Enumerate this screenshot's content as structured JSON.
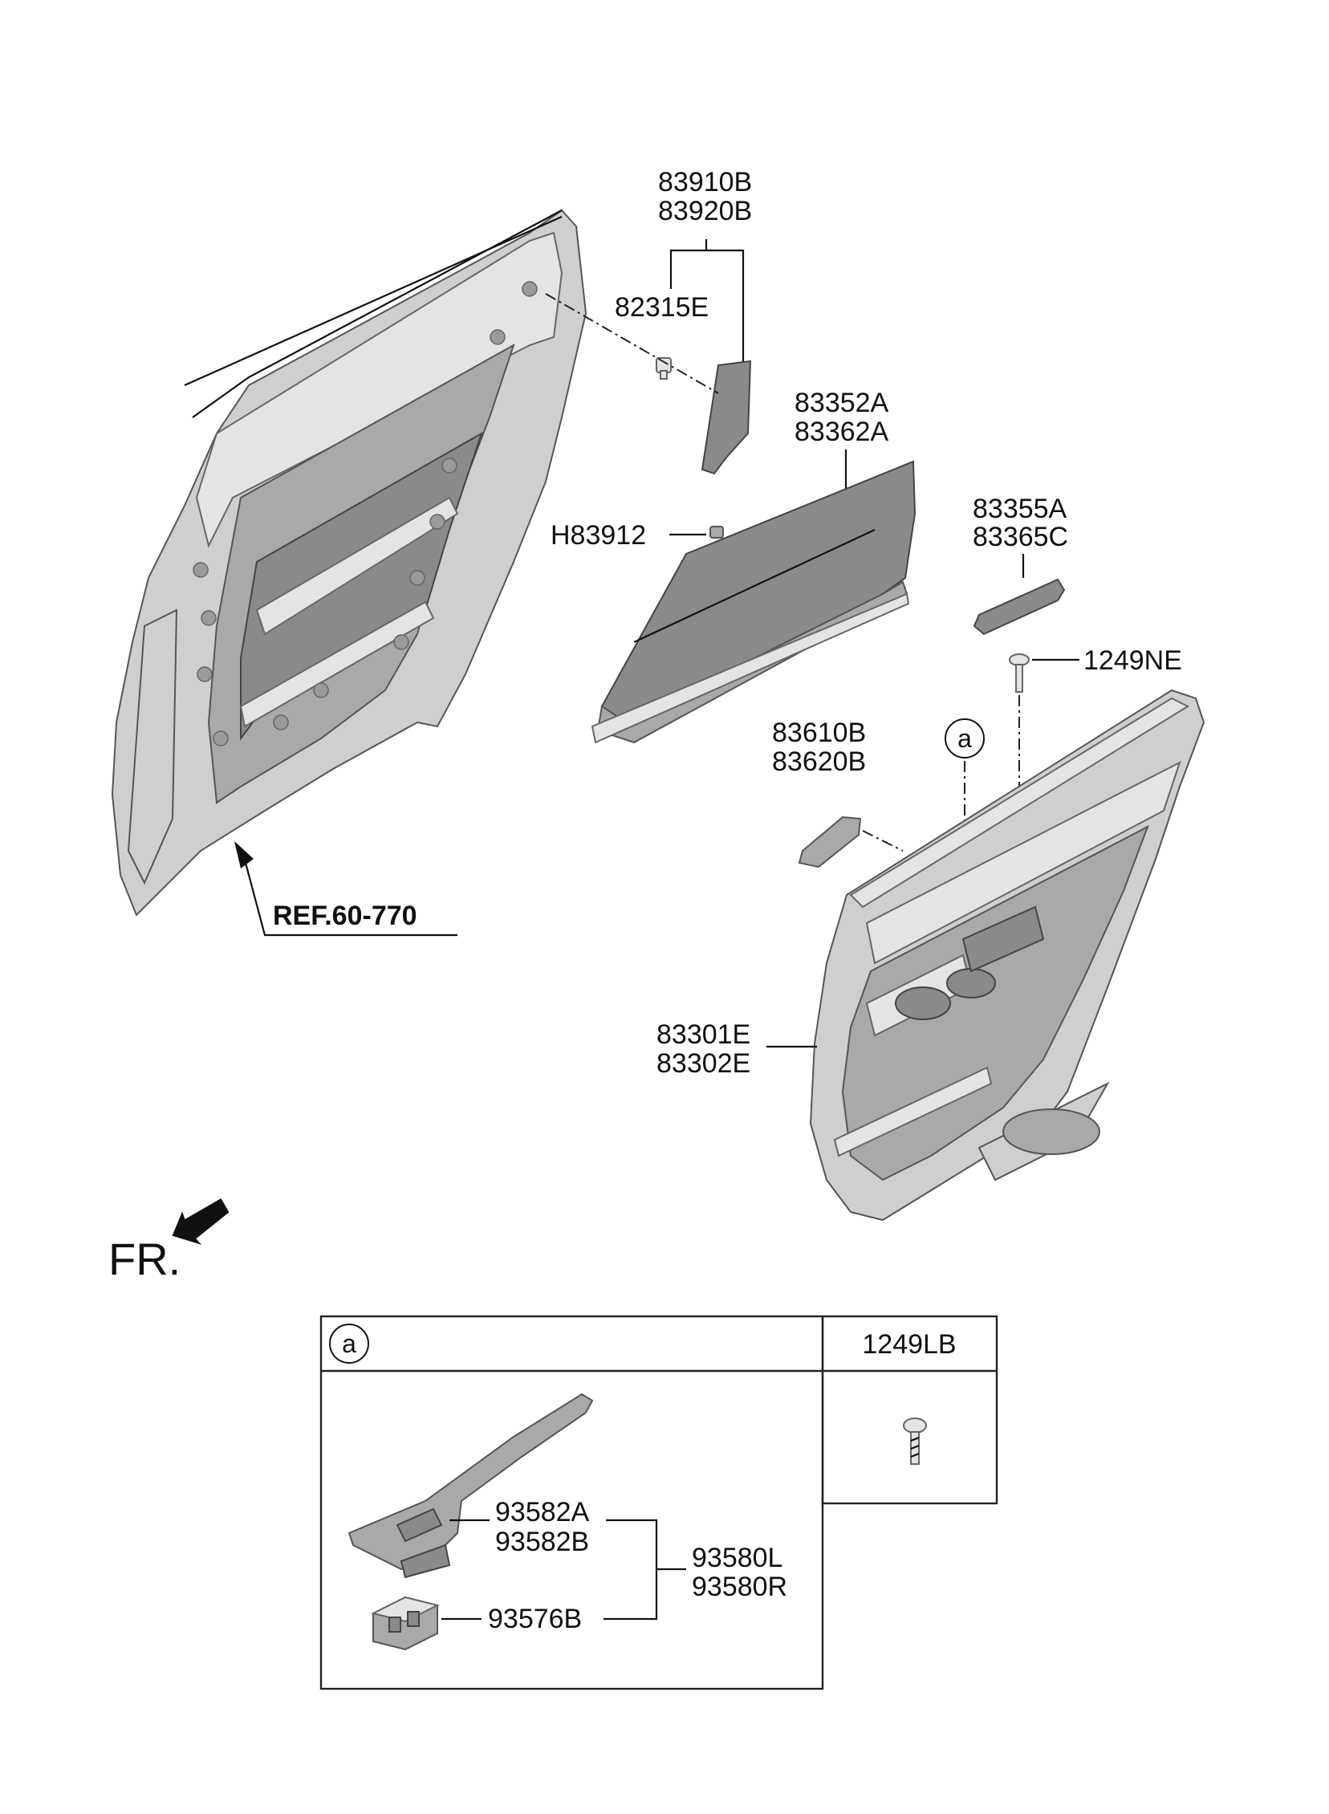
{
  "labels": {
    "p83910B": "83910B",
    "p83920B": "83920B",
    "p82315E": "82315E",
    "p83352A": "83352A",
    "p83362A": "83362A",
    "pH83912": "H83912",
    "p83355A": "83355A",
    "p83365C": "83365C",
    "p1249NE": "1249NE",
    "p83610B": "83610B",
    "p83620B": "83620B",
    "p83301E": "83301E",
    "p83302E": "83302E",
    "ref": "REF.60-770",
    "fr": "FR.",
    "callout": "a"
  },
  "detail_table": {
    "callout": "a",
    "column_header": "1249LB",
    "p93582A": "93582A",
    "p93582B": "93582B",
    "p93580L": "93580L",
    "p93580R": "93580R",
    "p93576B": "93576B"
  },
  "colors": {
    "line": "#111111",
    "part_fill": "#cfcfcf",
    "part_dark": "#8a8a8a",
    "background": "#ffffff"
  }
}
